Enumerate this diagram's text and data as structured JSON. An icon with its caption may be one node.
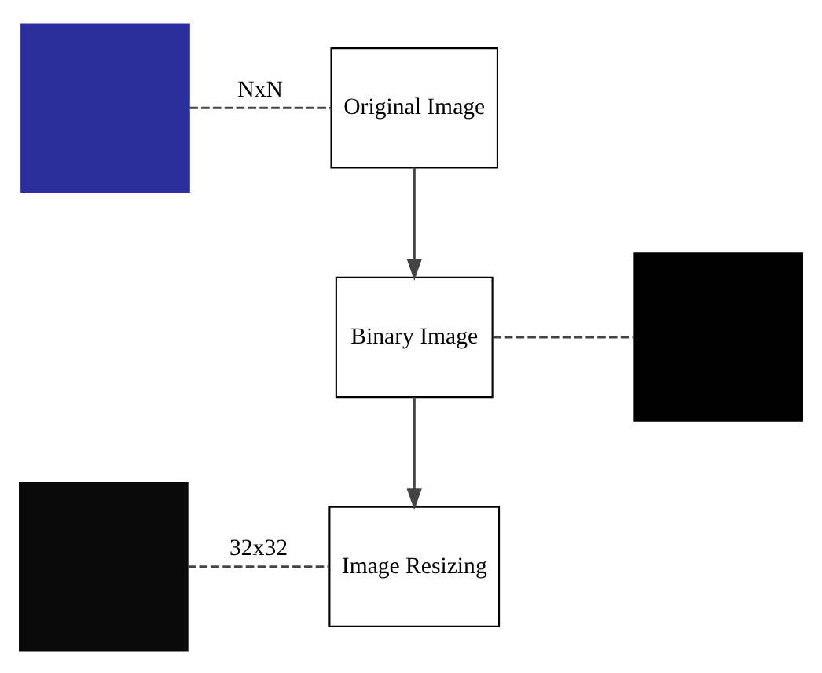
{
  "diagram": {
    "nodes": [
      {
        "text": [],
        "shape": "box"
      },
      {
        "text": [
          "Original Image"
        ]
      },
      {
        "text": [
          "Binary Image"
        ]
      },
      {
        "text": [],
        "shape": "box"
      },
      {
        "text": [],
        "shape": "box"
      },
      {
        "text": [
          "Image Resizing"
        ]
      }
    ],
    "edges": [
      {
        "from": 0,
        "to": 1,
        "arrow": "none",
        "style": "dashed",
        "label": "NxN"
      },
      {
        "from": 1,
        "to": 2,
        "arrow": "to"
      },
      {
        "from": 2,
        "to": 3,
        "arrow": "none",
        "style": "dashed"
      },
      {
        "from": 2,
        "to": 5,
        "arrow": "to"
      },
      {
        "from": 4,
        "to": 5,
        "arrow": "none",
        "style": "dashed",
        "label": "32x32"
      }
    ]
  }
}
